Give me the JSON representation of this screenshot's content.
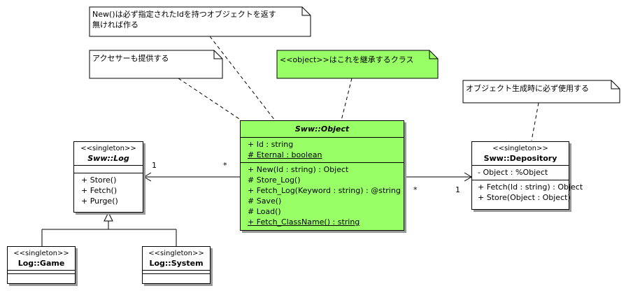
{
  "notes": {
    "new_note": [
      "New()は必ず指定されたIdを持つオブジェクトを返す",
      "無ければ作る"
    ],
    "accessor_note": "アクセサーも提供する",
    "object_note": "<<object>>はこれを継承するクラス",
    "depository_note": "オブジェクト生成時に必ず使用する"
  },
  "classes": {
    "object": {
      "name": "Sww::Object",
      "attributes": [
        "+ Id : string",
        "# Eternal : boolean"
      ],
      "operations": [
        "+ New(Id : string) : Object",
        "# Store_Log()",
        "+ Fetch_Log(Keyword : string) : @string",
        "# Save()",
        "# Load()",
        "+ Fetch_ClassName() : string"
      ]
    },
    "log": {
      "stereotype": "<<singleton>>",
      "name": "Sww::Log",
      "operations": [
        "+ Store()",
        "+ Fetch()",
        "+ Purge()"
      ]
    },
    "depository": {
      "stereotype": "<<singleton>>",
      "name": "Sww::Depository",
      "attributes": [
        "- Object : %Object"
      ],
      "operations": [
        "+ Fetch(Id : string) : Object",
        "+ Store(Object : Object)"
      ]
    },
    "game": {
      "stereotype": "<<singleton>>",
      "name": "Log::Game"
    },
    "system": {
      "stereotype": "<<singleton>>",
      "name": "Log::System"
    }
  },
  "multiplicities": {
    "log_end": "1",
    "object_log_end": "*",
    "object_dep_end": "*",
    "dep_end": "1"
  },
  "colors": {
    "object_fill": "#99ff66",
    "note_green": "#99ff66",
    "shadow": "#999999"
  }
}
